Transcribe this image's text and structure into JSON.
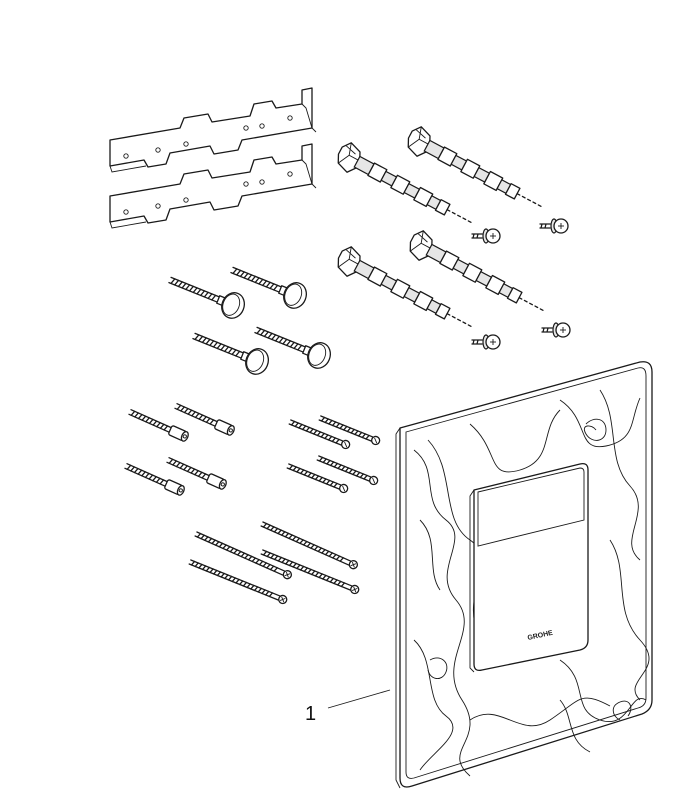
{
  "callouts": [
    {
      "number": "1",
      "target": "flush-plate"
    }
  ],
  "logo_text": "GROHE"
}
